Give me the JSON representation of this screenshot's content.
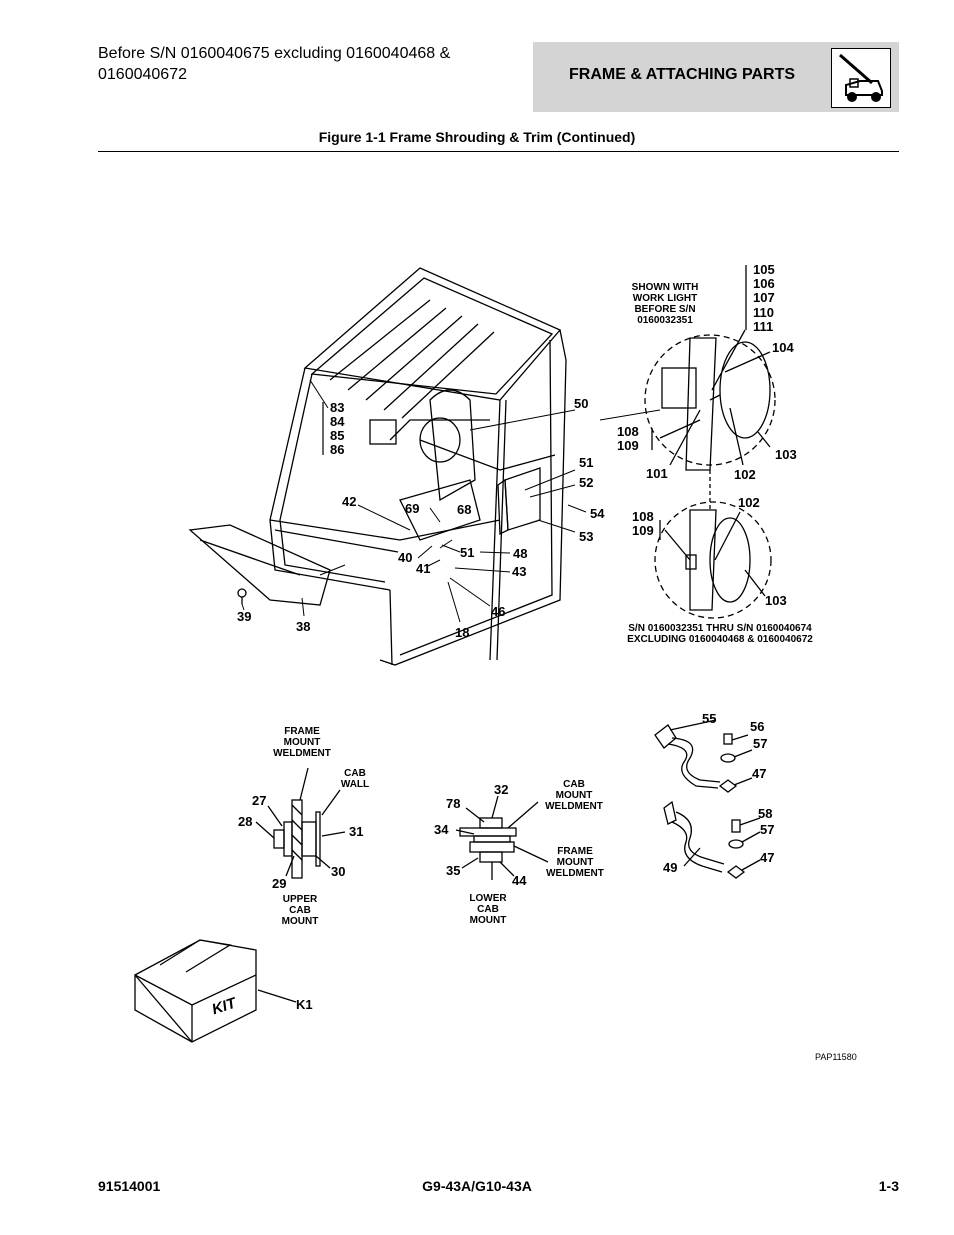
{
  "header": {
    "serial_line1": "Before S/N 0160040675 excluding 0160040468 &",
    "serial_line2": "0160040672",
    "section_title": "FRAME & ATTACHING PARTS"
  },
  "figure_title": "Figure 1-1 Frame Shrouding & Trim (Continued)",
  "notes": {
    "shown_with_1": "SHOWN WITH",
    "shown_with_2": "WORK LIGHT",
    "shown_with_3": "BEFORE S/N",
    "shown_with_4": "0160032351",
    "sn_range_1": "S/N 0160032351 THRU S/N 0160040674",
    "sn_range_2": "EXCLUDING 0160040468 & 0160040672",
    "frame_mount_weldment_1": "FRAME",
    "frame_mount_weldment_2": "MOUNT",
    "frame_mount_weldment_3": "WELDMENT",
    "cab_wall_1": "CAB",
    "cab_wall_2": "WALL",
    "upper_cab_mount_1": "UPPER",
    "upper_cab_mount_2": "CAB",
    "upper_cab_mount_3": "MOUNT",
    "cab_mount_weldment_1": "CAB",
    "cab_mount_weldment_2": "MOUNT",
    "cab_mount_weldment_3": "WELDMENT",
    "frame_mount_weldment_b1": "FRAME",
    "frame_mount_weldment_b2": "MOUNT",
    "frame_mount_weldment_b3": "WELDMENT",
    "lower_cab_mount_1": "LOWER",
    "lower_cab_mount_2": "CAB",
    "lower_cab_mount_3": "MOUNT",
    "kit_text": "KIT",
    "drawing_number": "PAP11580"
  },
  "callouts": {
    "c83": "83",
    "c84": "84",
    "c85": "85",
    "c86": "86",
    "c50": "50",
    "c51": "51",
    "c52": "52",
    "c54": "54",
    "c53": "53",
    "c42": "42",
    "c69": "69",
    "c68": "68",
    "c40": "40",
    "c51b": "51",
    "c48": "48",
    "c41": "41",
    "c43": "43",
    "c46": "46",
    "c18": "18",
    "c39": "39",
    "c38": "38",
    "c105": "105",
    "c106": "106",
    "c107": "107",
    "c110": "110",
    "c111": "111",
    "c104": "104",
    "c108": "108",
    "c109": "109",
    "c101": "101",
    "c102": "102",
    "c103": "103",
    "c108b": "108",
    "c109b": "109",
    "c102b": "102",
    "c103b": "103",
    "c55": "55",
    "c56": "56",
    "c57": "57",
    "c47": "47",
    "c58": "58",
    "c57b": "57",
    "c47b": "47",
    "c49": "49",
    "c27": "27",
    "c28": "28",
    "c31": "31",
    "c29": "29",
    "c30": "30",
    "c78": "78",
    "c32": "32",
    "c34": "34",
    "c35": "35",
    "c44": "44",
    "k1": "K1"
  },
  "footer": {
    "part_number": "91514001",
    "model": "G9-43A/G10-43A",
    "page": "1-3"
  }
}
